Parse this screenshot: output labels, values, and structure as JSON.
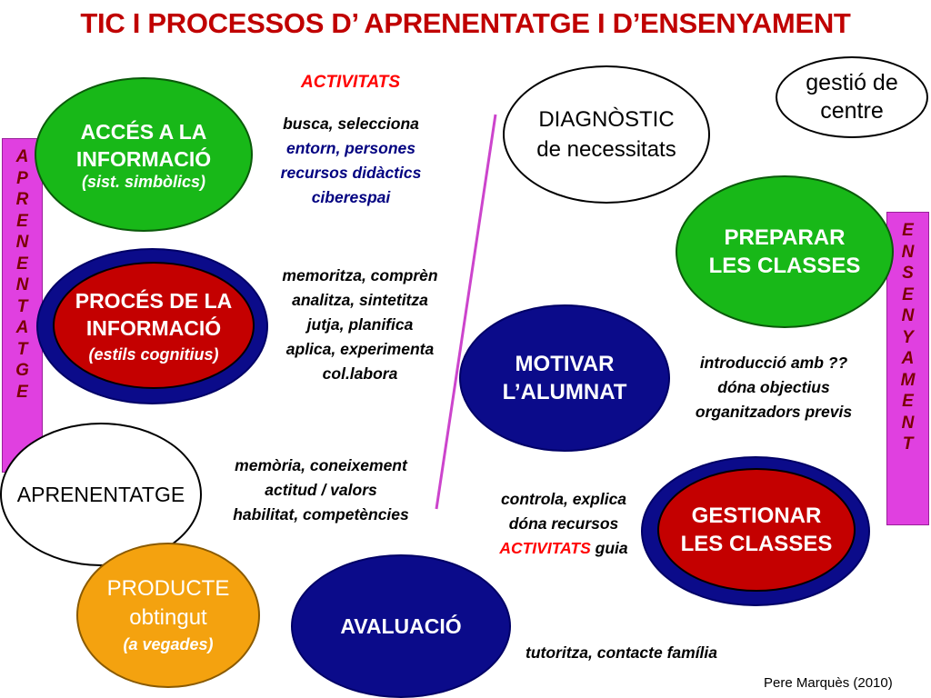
{
  "title": "TIC I PROCESSOS D’ APRENENTATGE I D’ENSENYAMENT",
  "activitats_header": "ACTIVITATS",
  "gestio": {
    "line1": "gestió de",
    "line2": "centre"
  },
  "acces": {
    "line1": "ACCÉS A LA",
    "line2": "INFORMACIÓ",
    "line3": "(sist. simbòlics)"
  },
  "proces": {
    "line1": "PROCÉS DE LA",
    "line2": "INFORMACIÓ",
    "line3": "(estils cognitius)"
  },
  "aprenentatge_ellipse": "APRENENTATGE",
  "producte": {
    "line1": "PRODUCTE",
    "line2": "obtingut",
    "line3": "(a vegades)"
  },
  "avaluacio": "AVALUACIÓ",
  "diagnostic": {
    "line1": "DIAGNÒSTIC",
    "line2": "de necessitats"
  },
  "preparar": {
    "line1": "PREPARAR",
    "line2": "LES CLASSES"
  },
  "motivar": {
    "line1": "MOTIVAR",
    "line2": "L’ALUMNAT"
  },
  "gestionar": {
    "line1": "GESTIONAR",
    "line2": "LES CLASSES"
  },
  "acces_activities": [
    "busca, selecciona",
    "entorn, persones",
    "recursos didàctics",
    "ciberespai"
  ],
  "proces_activities": [
    "memoritza, comprèn",
    "analitza, sintetitza",
    "jutja, planifica",
    "aplica, experimenta",
    "col.labora"
  ],
  "aprenentatge_activities": [
    "memòria, coneixement",
    "actitud / valors",
    "habilitat, competències"
  ],
  "motivar_activities": [
    "introducció amb ??",
    "dóna objectius",
    "organitzadors previs"
  ],
  "gestionar_activities": {
    "line1": "controla, explica",
    "line2": "dóna recursos",
    "line3_red": "ACTIVITATS",
    "line3_rest": " guia"
  },
  "tutoritza": "tutoritza, contacte família",
  "left_bar_letters": [
    "A",
    "P",
    "R",
    "E",
    "N",
    "E",
    "N",
    "T",
    "A",
    "T",
    "G",
    "E"
  ],
  "right_bar_letters": [
    "E",
    "N",
    "S",
    "E",
    "N",
    "Y",
    "A",
    "M",
    "E",
    "N",
    "T"
  ],
  "credit": "Pere Marquès (2010)",
  "colors": {
    "title": "#c00000",
    "green": "#18b818",
    "navy": "#0b0b8a",
    "red": "#c40000",
    "orange": "#f4a20f",
    "magenta": "#e040e0",
    "divider": "#cc44cc"
  }
}
